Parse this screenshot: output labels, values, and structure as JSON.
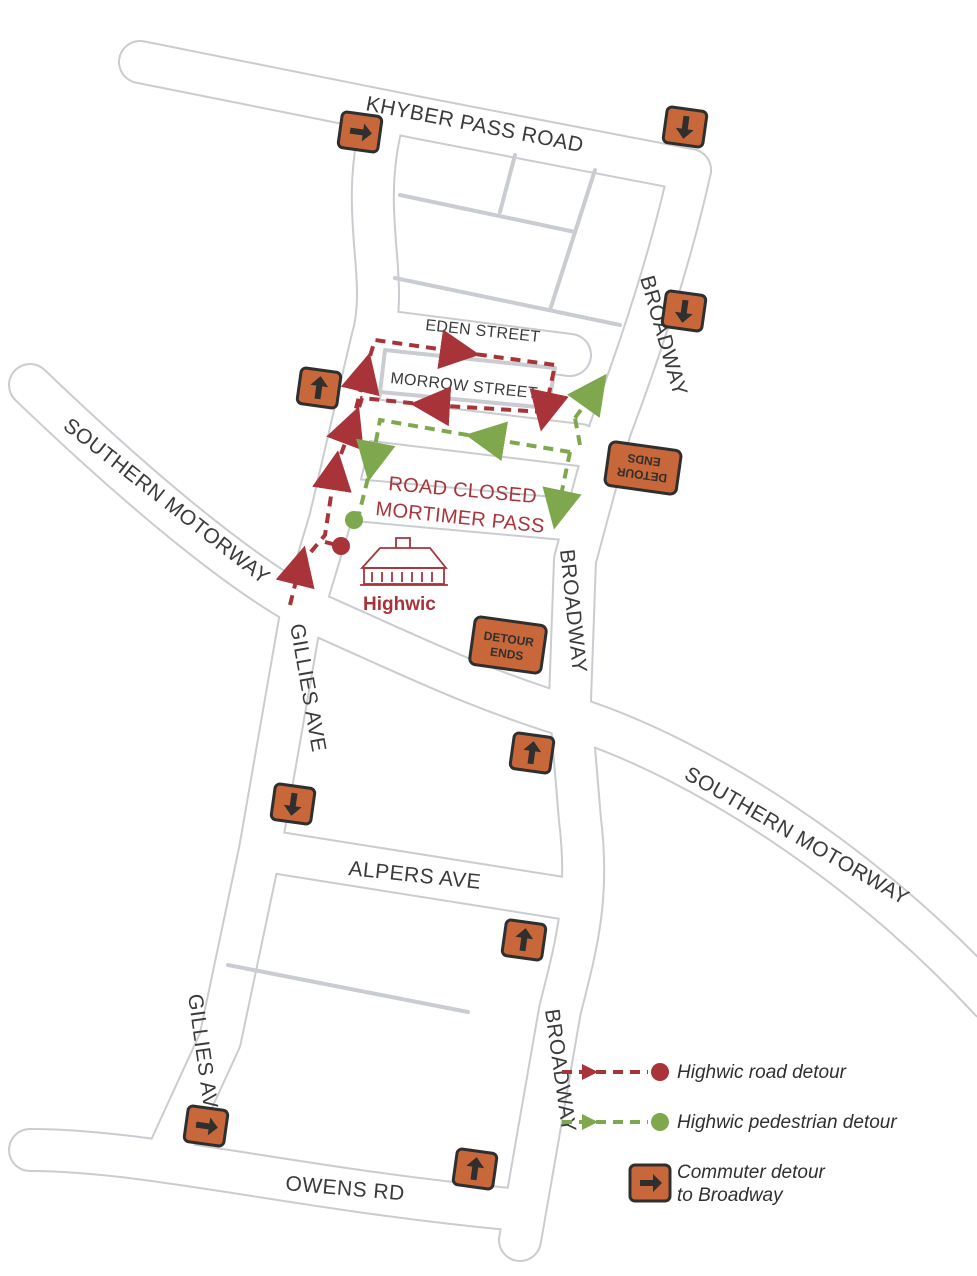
{
  "streets": {
    "khyber_pass_road": "KHYBER PASS ROAD",
    "broadway": "BROADWAY",
    "eden_street": "EDEN STREET",
    "morrow_street": "MORROW STREET",
    "road_closed": "ROAD CLOSED",
    "mortimer_pass": "MORTIMER PASS",
    "southern_motorway": "SOUTHERN MOTORWAY",
    "gillies_ave": "GILLIES AVE",
    "alpers_ave": "ALPERS AVE",
    "owens_rd": "OWENS RD"
  },
  "landmark": {
    "name": "Highwic"
  },
  "signs": {
    "detour_ends_line1": "DETOUR",
    "detour_ends_line2": "ENDS"
  },
  "legend": {
    "road_detour": "Highwic road detour",
    "pedestrian_detour": "Highwic pedestrian detour",
    "commuter_line1": "Commuter detour",
    "commuter_line2": "to Broadway"
  },
  "colors": {
    "road_fill": "#ffffff",
    "road_edge": "#c9ccd0",
    "road_detour": "#a8343a",
    "pedestrian_detour": "#7fa84e",
    "sign_fill": "#c8683a",
    "sign_border": "#2f2f2f"
  },
  "icons": [
    "arrow-right-sign-icon",
    "arrow-down-sign-icon",
    "arrow-up-sign-icon",
    "house-icon",
    "dot-icon"
  ]
}
